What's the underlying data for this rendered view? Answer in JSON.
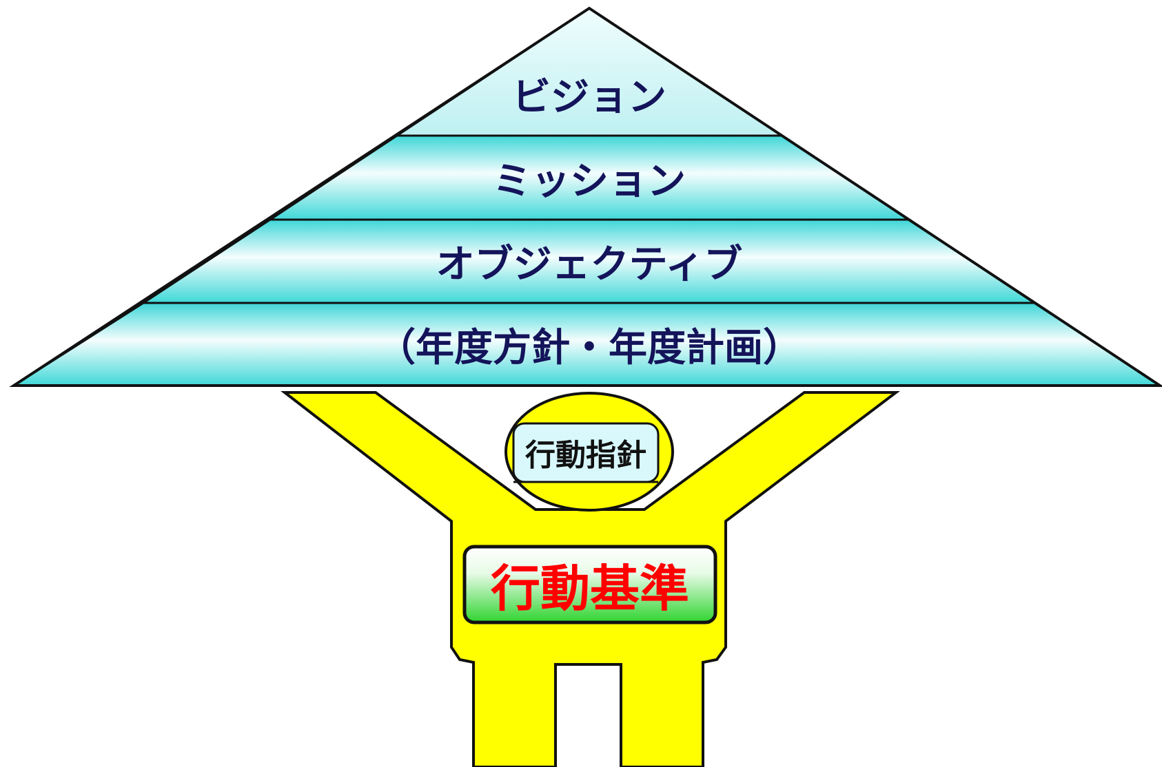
{
  "pyramid": {
    "tiers": [
      {
        "label": "ビジョン"
      },
      {
        "label": "ミッション"
      },
      {
        "label": "オブジェクティブ"
      },
      {
        "label": "（年度方針・年度計画）"
      }
    ]
  },
  "figure": {
    "head_label": "行動指針",
    "body_label": "行動基準"
  },
  "colors": {
    "pyramid_fill_light": "#e0fafc",
    "pyramid_fill_accent": "#40d8d8",
    "pyramid_text": "#14145a",
    "figure_fill": "#ffff00",
    "outline": "#111111",
    "head_box_fill": "#d8f8fc",
    "body_box_fill_top": "#ffffff",
    "body_box_fill_bottom": "#30d830",
    "body_text": "#ff0000"
  }
}
